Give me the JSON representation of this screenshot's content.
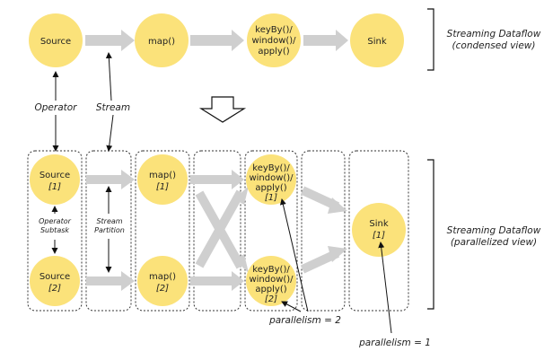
{
  "condensed": {
    "nodes": [
      "Source",
      "map()",
      [
        "keyBy()/",
        "window()/",
        "apply()"
      ],
      "Sink"
    ],
    "view_label": [
      "Streaming Dataflow",
      "(condensed view)"
    ]
  },
  "labels": {
    "operator": "Operator",
    "stream": "Stream",
    "operator_subtask": [
      "Operator",
      "Subtask"
    ],
    "stream_partition": [
      "Stream",
      "Partition"
    ],
    "parallelism_2": "parallelism = 2",
    "parallelism_1": "parallelism = 1"
  },
  "parallel": {
    "source_1": [
      "Source",
      "[1]"
    ],
    "source_2": [
      "Source",
      "[2]"
    ],
    "map_1": [
      "map()",
      "[1]"
    ],
    "map_2": [
      "map()",
      "[2]"
    ],
    "kwa_1": [
      "keyBy()/",
      "window()/",
      "apply()",
      "[1]"
    ],
    "kwa_2": [
      "keyBy()/",
      "window()/",
      "apply()",
      "[2]"
    ],
    "sink_1": [
      "Sink",
      "[1]"
    ],
    "view_label": [
      "Streaming Dataflow",
      "(parallelized view)"
    ]
  },
  "colors": {
    "node_fill": "#fbe27a",
    "arrow_fill": "#cfcfcf",
    "line": "#111111"
  }
}
